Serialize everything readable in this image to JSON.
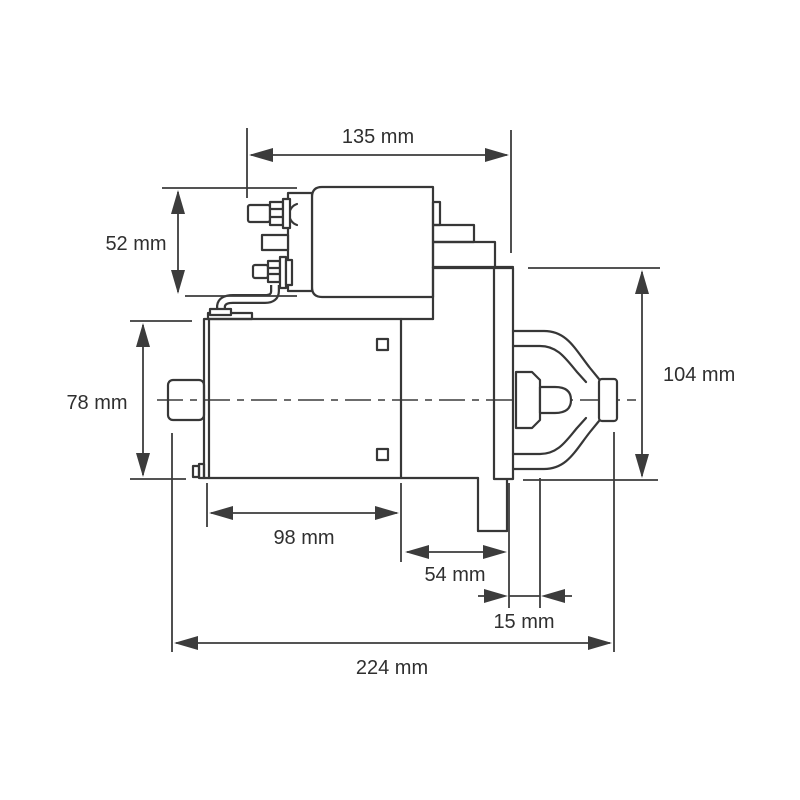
{
  "drawing": {
    "subject": "starter-motor-side-view-technical-drawing",
    "background_color": "#ffffff",
    "line_color": "#373737",
    "text_color": "#2f2f2f",
    "unit": "mm",
    "dimensions": {
      "terminal_to_flange": "135 mm",
      "solenoid_height": "52 mm",
      "body_diameter": "78 mm",
      "body_length": "98 mm",
      "body_to_flange": "54 mm",
      "flange_to_pinion": "15 mm",
      "overall_length": "224 mm",
      "drive_end_height": "104 mm"
    }
  }
}
